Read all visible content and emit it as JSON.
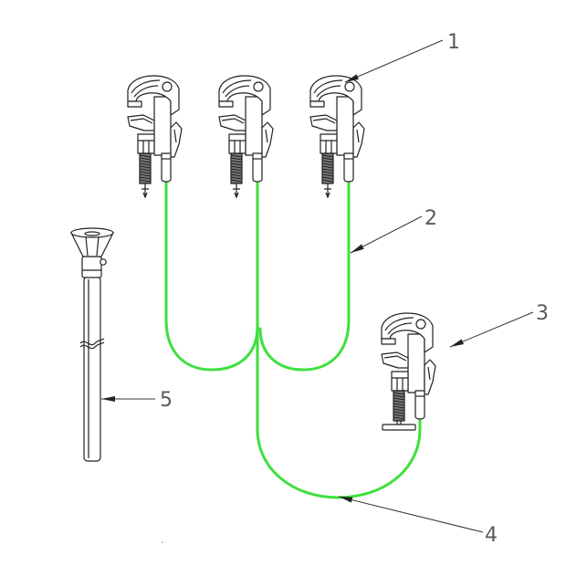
{
  "callouts": [
    "1",
    "2",
    "3",
    "4",
    "5"
  ],
  "colors": {
    "cable": "#3ee03e",
    "outline": "#222222",
    "callout_text": "#5a5a5a"
  }
}
